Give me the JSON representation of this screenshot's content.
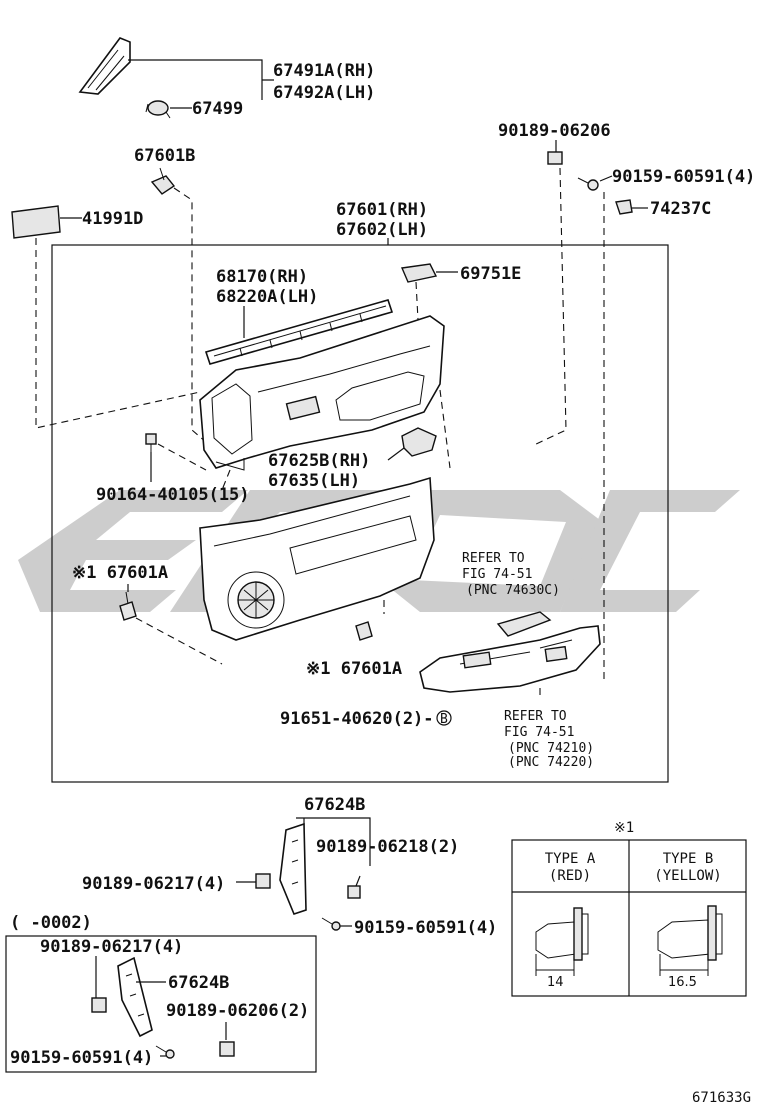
{
  "labels": {
    "p67491a": "67491A(RH)",
    "p67492a": "67492A(LH)",
    "p67499": "67499",
    "p67601b": "67601B",
    "p90189_06206": "90189-06206",
    "p90159_60591_4a": "90159-60591(4)",
    "p74237c": "74237C",
    "p41991d": "41991D",
    "p67601rh": "67601(RH)",
    "p67602lh": "67602(LH)",
    "p68170": "68170(RH)",
    "p68220a": "68220A(LH)",
    "p69751e": "69751E",
    "p67625b": "67625B(RH)",
    "p67635": "67635(LH)",
    "p90164": "90164-40105(15)",
    "p67601a_left": "※1 67601A",
    "p67601a_right": "※1 67601A",
    "refer1_a": "REFER TO",
    "refer1_b": "FIG 74-51",
    "refer1_c": "(PNC 74630C)",
    "p91651": "91651-40620(2)-",
    "circle_b": "B",
    "refer2_a": "REFER TO",
    "refer2_b": "FIG 74-51",
    "refer2_c": "(PNC 74210)",
    "refer2_d": "(PNC 74220)",
    "p67624b_top": "67624B",
    "p90189_06218": "90189-06218(2)",
    "p90189_06217_4a": "90189-06217(4)",
    "p90159_60591_4b": "90159-60591(4)",
    "range_label": "(      -0002)",
    "p90189_06217_4b": "90189-06217(4)",
    "p67624b_bottom": "67624B",
    "p90189_06206_2": "90189-06206(2)",
    "p90159_60591_4c": "90159-60591(4)",
    "diagram_code": "671633G"
  },
  "type_table": {
    "note_mark": "※1",
    "type_a_line1": "TYPE A",
    "type_a_line2": "(RED)",
    "type_b_line1": "TYPE B",
    "type_b_line2": "(YELLOW)",
    "dim_a": "14",
    "dim_b": "16.5"
  },
  "colors": {
    "line": "#111111",
    "watermark": "#c8c8c8"
  }
}
